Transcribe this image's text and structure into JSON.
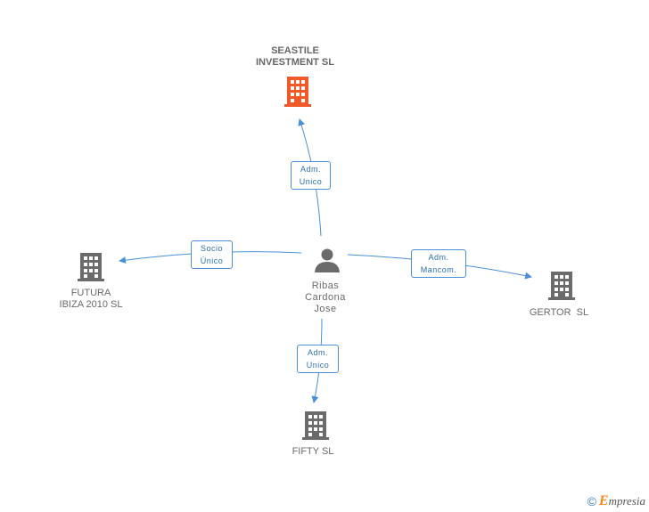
{
  "colors": {
    "main_company": "#f05a28",
    "company": "#6b6b6b",
    "person": "#6b6b6b",
    "edge": "#4a90d9",
    "edge_text": "#2c6fb4"
  },
  "nodes": {
    "main": {
      "line1": "SEASTILE",
      "line2": "INVESTMENT SL",
      "icon": "building-icon"
    },
    "person": {
      "line1": "Ribas",
      "line2": "Cardona",
      "line3": "Jose",
      "icon": "person-icon"
    },
    "futura": {
      "line1": "FUTURA",
      "line2": "IBIZA 2010 SL",
      "icon": "building-icon"
    },
    "gertor": {
      "line1": "GERTOR  SL",
      "icon": "building-icon"
    },
    "fifty": {
      "line1": "FIFTY SL",
      "icon": "building-icon"
    }
  },
  "edges": {
    "to_main": {
      "line1": "Adm.",
      "line2": "Unico"
    },
    "to_futura": {
      "line1": "Socio",
      "line2": "Único"
    },
    "to_gertor": {
      "line1": "Adm.",
      "line2": "Mancom."
    },
    "to_fifty": {
      "line1": "Adm.",
      "line2": "Unico"
    }
  },
  "footer": {
    "copyright": "©",
    "brand_initial": "E",
    "brand_rest": "mpresia"
  }
}
